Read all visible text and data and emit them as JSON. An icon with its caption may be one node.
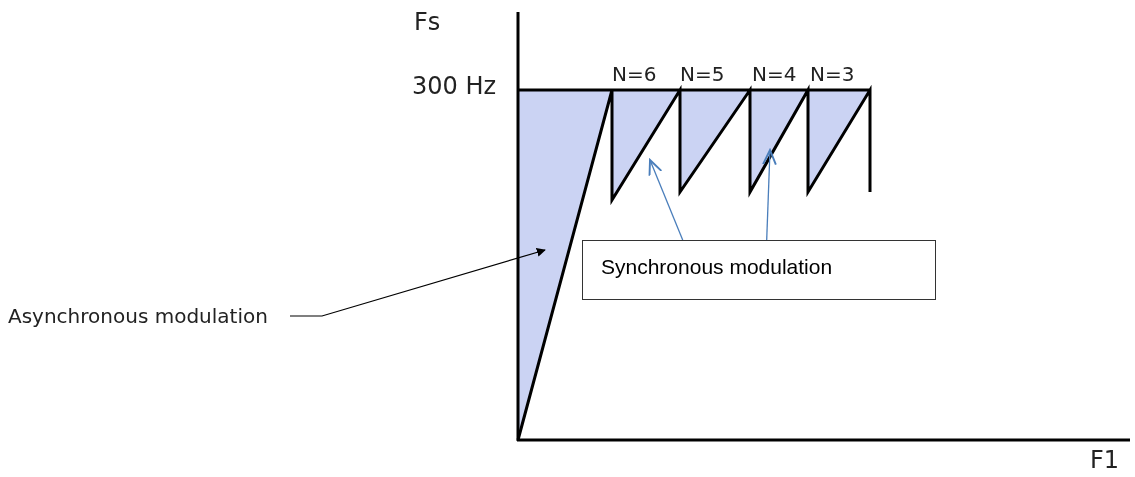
{
  "diagram": {
    "nodes": [
      {
        "text": [],
        "shape": "triangle"
      },
      {
        "text": [],
        "shape": "triangle"
      },
      {
        "text": [],
        "shape": "triangle"
      },
      {
        "text": [],
        "shape": "triangle"
      },
      {
        "text": [],
        "shape": "triangle"
      },
      {
        "text": [
          "Synchronous modulation"
        ]
      },
      {
        "text": [
          "Asynchronous modulation"
        ]
      }
    ],
    "edges": [
      {
        "from": 6,
        "to": 0,
        "arrow": "to",
        "color": "#000000"
      },
      {
        "from": 5,
        "to": 1,
        "arrow": "to"
      },
      {
        "from": 5,
        "to": 3,
        "arrow": "to"
      }
    ],
    "labels": [
      "Fs",
      "300 Hz",
      "N=6",
      "N=5",
      "N=4",
      "N=3",
      "F1"
    ]
  }
}
